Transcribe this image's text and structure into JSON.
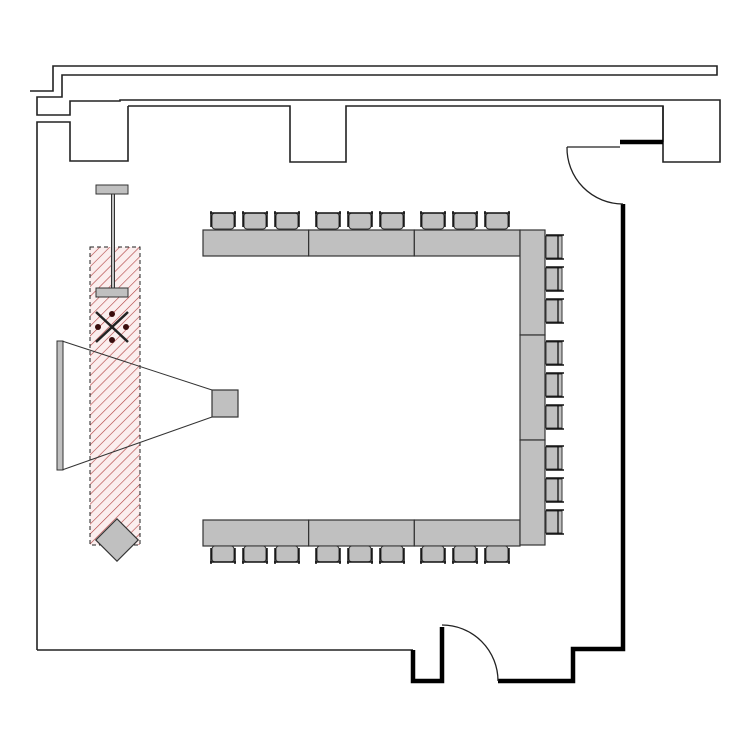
{
  "colors": {
    "background": "#ffffff",
    "wall": "#000000",
    "furniture_fill": "#c0c0c0",
    "furniture_stroke": "#333333",
    "hatch": "#b04040",
    "hatch_bg": "#fbeeee"
  },
  "layout_counts": {
    "top_table_segments": 3,
    "right_table_segments": 3,
    "bottom_table_segments": 3,
    "top_chairs": 9,
    "right_chairs": 9,
    "bottom_chairs": 9
  }
}
